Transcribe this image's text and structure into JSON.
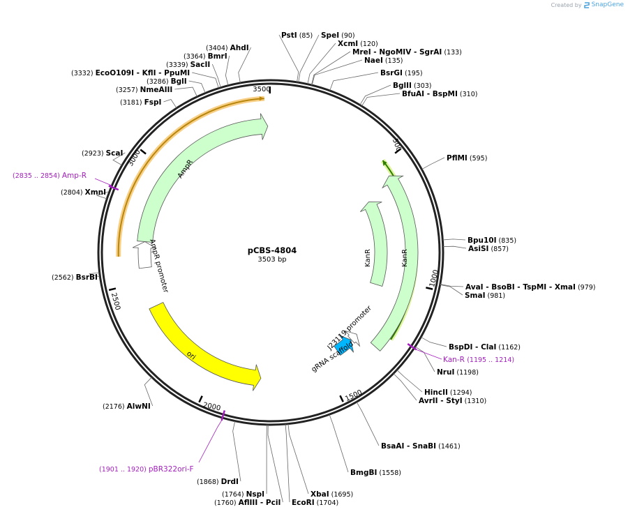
{
  "brand": {
    "created_by": "Created by",
    "name": "SnapGene"
  },
  "plasmid": {
    "name": "pCBS-4804",
    "length_label": "3503 bp",
    "length": 3503
  },
  "ticks": [
    {
      "label": "500",
      "pos": 500
    },
    {
      "label": "1000",
      "pos": 1000
    },
    {
      "label": "1500",
      "pos": 1500
    },
    {
      "label": "2000",
      "pos": 2000
    },
    {
      "label": "2500",
      "pos": 2500
    },
    {
      "label": "3000",
      "pos": 3000
    },
    {
      "label": "3500",
      "pos": 3500
    }
  ],
  "features": [
    {
      "label": "AmpR",
      "start": 2675,
      "end": 3490,
      "dir": 1,
      "color": "#ccffcc"
    },
    {
      "label": "AmpR promoter",
      "start": 2560,
      "end": 2675,
      "dir": 1,
      "color": "#ffffff"
    },
    {
      "label": "ori",
      "start": 1795,
      "end": 2385,
      "dir": -1,
      "color": "#ffff00"
    },
    {
      "label": "KanR",
      "start": 555,
      "end": 1285,
      "dir": -1,
      "color": "#ccffcc"
    },
    {
      "label": "KanR",
      "start": 610,
      "end": 1040,
      "dir": -1,
      "color": "#ccffcc"
    },
    {
      "label": "J23119 promoter",
      "start": 1300,
      "end": 1336,
      "dir": -1,
      "color": "#ffffff"
    },
    {
      "label": "gRNA scaffold",
      "start": 1338,
      "end": 1420,
      "dir": -1,
      "color": "#00b7ff"
    }
  ],
  "sites": [
    {
      "name": "PstI",
      "pos": "(85)"
    },
    {
      "name": "SpeI",
      "pos": "(90)"
    },
    {
      "name": "XcmI",
      "pos": "(120)"
    },
    {
      "name": "MreI - NgoMIV - SgrAI",
      "pos": "(133)"
    },
    {
      "name": "NaeI",
      "pos": "(135)"
    },
    {
      "name": "BsrGI",
      "pos": "(195)"
    },
    {
      "name": "BglII",
      "pos": "(303)"
    },
    {
      "name": "BfuAI - BspMI",
      "pos": "(310)"
    },
    {
      "name": "PflMI",
      "pos": "(595)"
    },
    {
      "name": "Bpu10I",
      "pos": "(835)"
    },
    {
      "name": "AsiSI",
      "pos": "(857)"
    },
    {
      "name": "AvaI - BsoBI - TspMI - XmaI",
      "pos": "(979)"
    },
    {
      "name": "SmaI",
      "pos": "(981)"
    },
    {
      "name": "BspDI - ClaI",
      "pos": "(1162)"
    },
    {
      "name": "NruI",
      "pos": "(1198)"
    },
    {
      "name": "HincII",
      "pos": "(1294)"
    },
    {
      "name": "AvrII - StyI",
      "pos": "(1310)"
    },
    {
      "name": "BsaAI - SnaBI",
      "pos": "(1461)"
    },
    {
      "name": "BmgBI",
      "pos": "(1558)"
    },
    {
      "name": "XbaI",
      "pos": "(1695)"
    },
    {
      "name": "EcoRI",
      "pos": "(1704)"
    },
    {
      "name": "NspI",
      "pos": "(1764)"
    },
    {
      "name": "AflIII - PciI",
      "pos": "(1760)"
    },
    {
      "name": "DrdI",
      "pos": "(1868)"
    },
    {
      "name": "AlwNI",
      "pos": "(2176)"
    },
    {
      "name": "BsrBI",
      "pos": "(2562)"
    },
    {
      "name": "XmnI",
      "pos": "(2804)"
    },
    {
      "name": "ScaI",
      "pos": "(2923)"
    },
    {
      "name": "FspI",
      "pos": "(3181)"
    },
    {
      "name": "NmeAIII",
      "pos": "(3257)"
    },
    {
      "name": "BglI",
      "pos": "(3286)"
    },
    {
      "name": "EcoO109I - KflI - PpuMI",
      "pos": "(3332)"
    },
    {
      "name": "SacII",
      "pos": "(3339)"
    },
    {
      "name": "BmrI",
      "pos": "(3364)"
    },
    {
      "name": "AhdI",
      "pos": "(3404)"
    }
  ],
  "primers": [
    {
      "name": "Kan-R",
      "pos": "(1195 .. 1214)"
    },
    {
      "name": "pBR322ori-F",
      "pos": "(1901 .. 1920)"
    },
    {
      "name": "Amp-R",
      "pos": "(2835 .. 2854)"
    }
  ]
}
